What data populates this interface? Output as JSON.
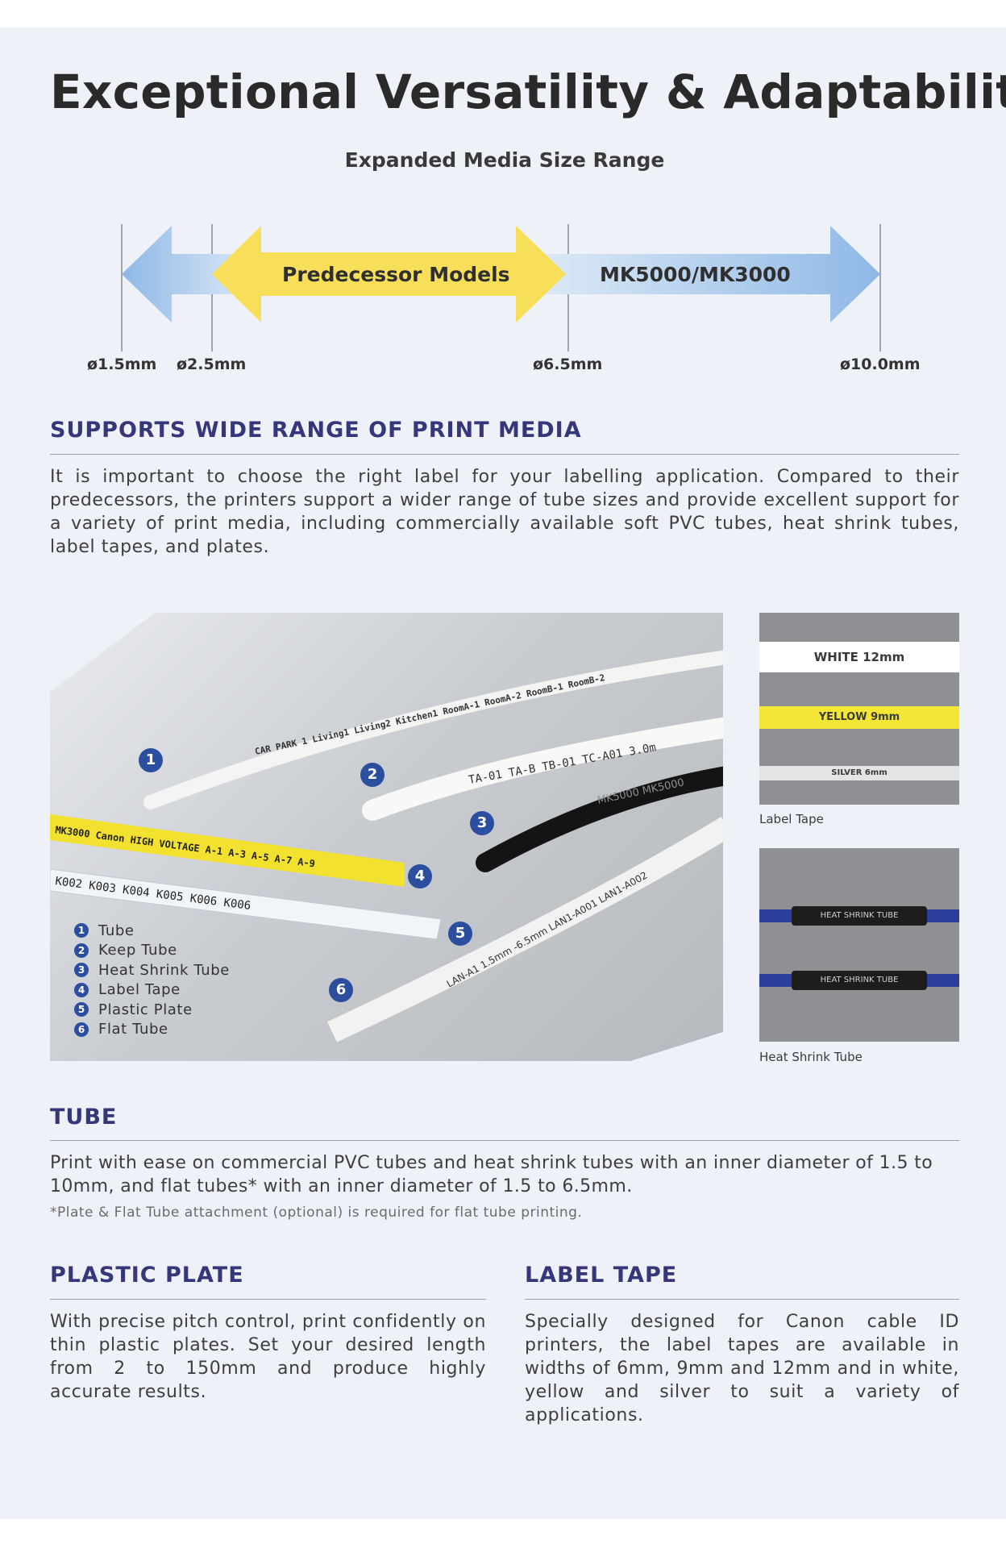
{
  "title": "Exceptional Versatility & Adaptability",
  "range": {
    "title": "Expanded Media Size Range",
    "predecessor_label": "Predecessor Models",
    "current_label": "MK5000/MK3000",
    "ticks": [
      "ø1.5mm",
      "ø2.5mm",
      "ø6.5mm",
      "ø10.0mm"
    ],
    "colors": {
      "predecessor": "#f7df5a",
      "expanded": "#a9c9ea"
    }
  },
  "print_media": {
    "heading": "SUPPORTS WIDE RANGE OF PRINT MEDIA",
    "text": "It is important to choose the right label for your labelling application. Compared to their predecessors, the printers support a wider range of tube sizes and provide excellent support for a variety of print media, including commercially available soft PVC tubes, heat shrink tubes, label tapes, and plates."
  },
  "photo": {
    "markers": [
      "1",
      "2",
      "3",
      "4",
      "5",
      "6"
    ],
    "legend": [
      {
        "num": "1",
        "label": "Tube"
      },
      {
        "num": "2",
        "label": "Keep Tube"
      },
      {
        "num": "3",
        "label": "Heat Shrink Tube"
      },
      {
        "num": "4",
        "label": "Label Tape"
      },
      {
        "num": "5",
        "label": "Plastic Plate"
      },
      {
        "num": "6",
        "label": "Flat Tube"
      }
    ],
    "prints": {
      "tube1": "CAR PARK 1  Living1  Living2  Kitchen1  RoomA-1  RoomA-2  RoomB-1  RoomB-2",
      "tube2": "TA-01  TA-B  TB-01  TC-A01  3.0m",
      "tube3": "MK5000  MK5000",
      "tape": "MK3000  Canon  HIGH VOLTAGE  A-1 A-3 A-5 A-7 A-9",
      "plate": "K002 K003 K004 K005 K006 K006",
      "flat": "LAN-A1  1.5mm  -6.5mm  LAN1-A001  LAN1-A002"
    }
  },
  "label_tape_image": {
    "caption": "Label Tape",
    "tapes": [
      "WHITE 12mm",
      "YELLOW 9mm",
      "SILVER 6mm"
    ]
  },
  "heat_shrink_image": {
    "caption": "Heat Shrink Tube",
    "sleeve_text": "HEAT SHRINK TUBE"
  },
  "tube": {
    "heading": "TUBE",
    "text": "Print with ease on commercial PVC tubes and heat shrink tubes with an inner diameter of 1.5 to 10mm, and flat tubes* with an inner diameter of 1.5 to 6.5mm.",
    "note": "*Plate & Flat Tube attachment (optional) is required for flat tube printing."
  },
  "plastic_plate": {
    "heading": "PLASTIC PLATE",
    "text": "With precise pitch control, print confidently on thin plastic plates. Set your desired length from 2 to 150mm and produce highly accurate results."
  },
  "label_tape": {
    "heading": "LABEL TAPE",
    "text": "Specially designed for Canon cable ID printers, the label tapes are available in widths of 6mm, 9mm and 12mm and in white, yellow and silver to suit a variety of applications."
  }
}
